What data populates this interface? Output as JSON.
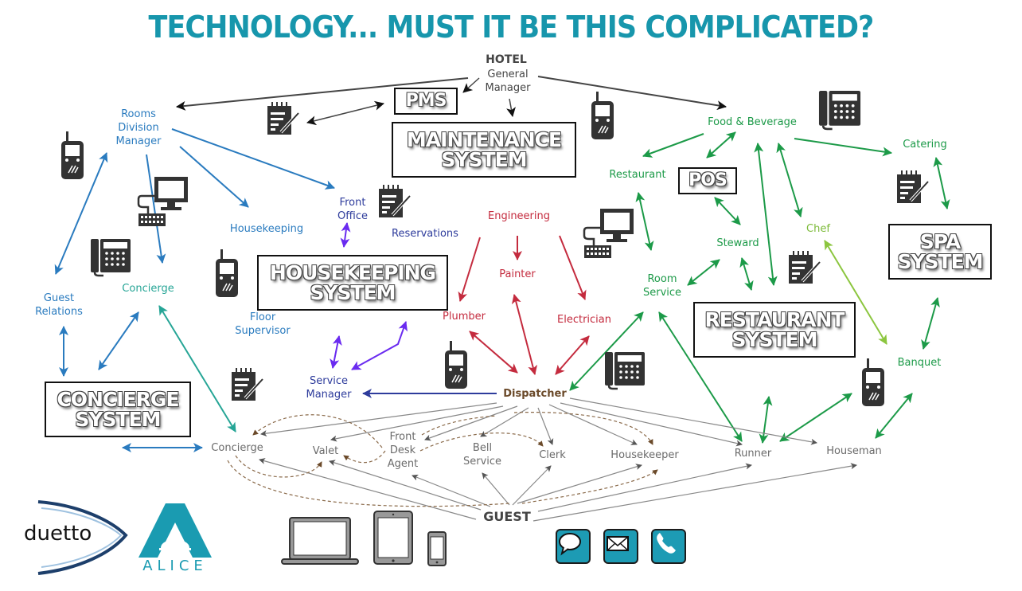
{
  "title": "TECHNOLOGY... MUST IT BE THIS COMPLICATED?",
  "colors": {
    "title": "#1796ac",
    "rooms_division": "#2a7bbf",
    "front_office": "#2e3c9c",
    "concierge": "#26a596",
    "engineering": "#c42b3e",
    "food_beverage": "#1c9a48",
    "chef": "#7dbb3a",
    "dispatcher": "#6b4a2a",
    "staff": "#6b6b6b",
    "housekeeping_system_links": "#6a2bf0",
    "brand": "#1d9bb4"
  },
  "nodes": {
    "hotel": "HOTEL",
    "general_manager": "General\nManager",
    "rooms_division_manager": "Rooms\nDivision\nManager",
    "housekeeping": "Housekeeping",
    "front_office": "Front\nOffice",
    "reservations": "Reservations",
    "guest_relations": "Guest\nRelations",
    "concierge_dept": "Concierge",
    "floor_supervisor": "Floor\nSupervisor",
    "service_manager": "Service\nManager",
    "engineering": "Engineering",
    "painter": "Painter",
    "plumber": "Plumber",
    "electrician": "Electrician",
    "dispatcher": "Dispatcher",
    "food_beverage": "Food & Beverage",
    "restaurant": "Restaurant",
    "catering": "Catering",
    "steward": "Steward",
    "chef": "Chef",
    "room_service": "Room\nService",
    "banquet": "Banquet",
    "concierge_staff": "Concierge",
    "valet": "Valet",
    "front_desk_agent": "Front\nDesk\nAgent",
    "bell_service": "Bell\nService",
    "clerk": "Clerk",
    "housekeeper": "Housekeeper",
    "runner": "Runner",
    "houseman": "Houseman",
    "guest": "GUEST"
  },
  "systems": {
    "pms": "PMS",
    "maintenance": "MAINTENANCE\nSYSTEM",
    "pos": "POS",
    "housekeeping": "HOUSEKEEPING\nSYSTEM",
    "restaurant": "RESTAURANT\nSYSTEM",
    "spa": "SPA\nSYSTEM",
    "concierge": "CONCIERGE\nSYSTEM"
  },
  "icons": {
    "walkie_talkie": "walkie-talkie-icon",
    "notepad": "notepad-icon",
    "computer": "desktop-computer-icon",
    "desk_phone": "desk-phone-icon",
    "laptop": "laptop-icon",
    "tablet": "tablet-icon",
    "smartphone": "smartphone-icon",
    "chat": "chat-bubble-icon",
    "email": "envelope-icon",
    "phone": "phone-handset-icon"
  },
  "logos": {
    "duetto": "duetto",
    "alice": "ALICE"
  }
}
